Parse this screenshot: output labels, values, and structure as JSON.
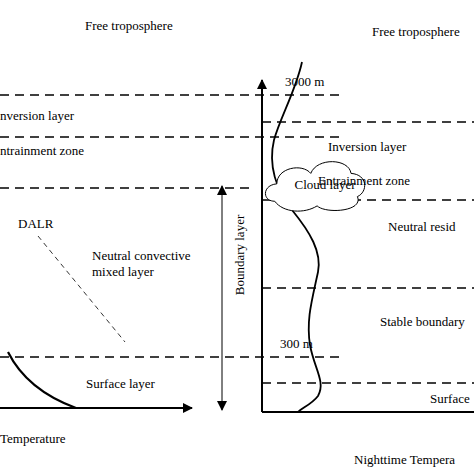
{
  "diagram": {
    "nodes": [
      {
        "text": [
          "Cloud layer"
        ]
      }
    ],
    "labels": [
      "Free troposphere",
      "3000 m",
      "nversion layer",
      "ntrainment zone",
      "DALR",
      "Neutral convective mixed layer",
      "300 m",
      "Surface layer",
      "Temperature",
      "Free troposphere",
      "Inversion layer",
      "Entrainment zone",
      "Neutral resid",
      "Boundary layer",
      "Stable boundary",
      "Surface",
      "Nighttime Tempera"
    ]
  }
}
